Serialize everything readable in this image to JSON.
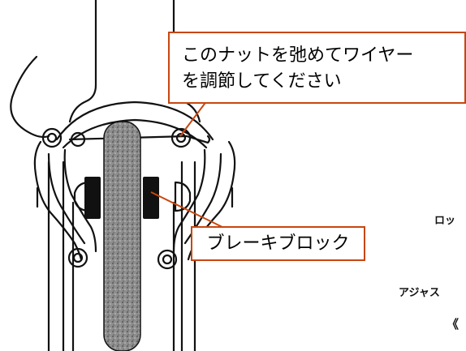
{
  "callouts": {
    "nut_adjust": {
      "line1": "このナットを弛めてワイヤー",
      "line2": "を調節してください"
    },
    "brake_block": "ブレーキブロック"
  },
  "cropped_text": {
    "frag1": "ロッ",
    "frag2": "アジャス",
    "frag3": "《"
  },
  "colors": {
    "callout_border": "#c8460f",
    "leader_line": "#c8460f",
    "drawing_stroke": "#111111",
    "tire_fill": "#8a8a8a"
  }
}
